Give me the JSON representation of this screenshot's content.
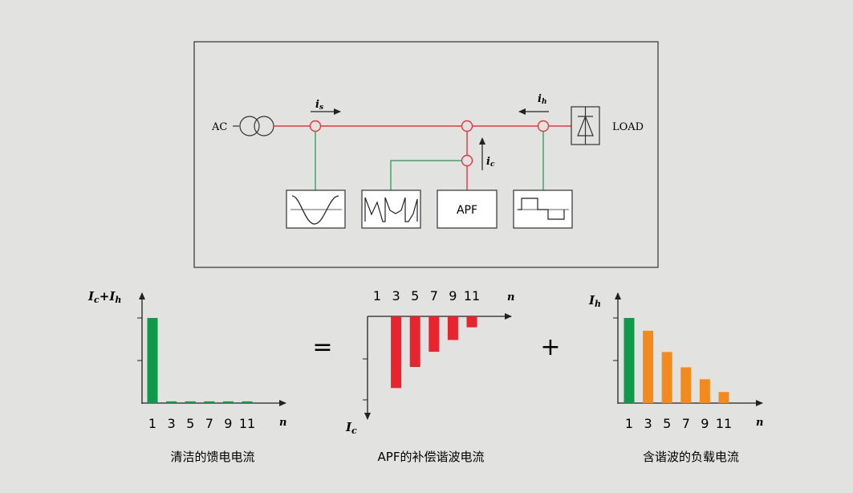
{
  "circuit": {
    "ac_label": "AC",
    "load_label": "LOAD",
    "apf_label": "APF",
    "is_main": "i",
    "is_sub": "s",
    "ih_main": "i",
    "ih_sub": "h",
    "ic_main": "i",
    "ic_sub": "c"
  },
  "charts": {
    "left": {
      "ylabel_a": "I",
      "ylabel_a_sub": "c",
      "ylabel_plus": "+",
      "ylabel_b": "I",
      "ylabel_b_sub": "h",
      "xlabel": "n",
      "caption": "清洁的馈电电流",
      "ticks": [
        "1",
        "3",
        "5",
        "7",
        "9",
        "11"
      ]
    },
    "middle": {
      "ylabel_main": "I",
      "ylabel_sub": "c",
      "xlabel": "n",
      "caption": "APF的补偿谐波电流",
      "ticks": [
        "1",
        "3",
        "5",
        "7",
        "9",
        "11"
      ]
    },
    "right": {
      "ylabel_main": "I",
      "ylabel_sub": "h",
      "xlabel": "n",
      "caption": "含谐波的负载电流",
      "ticks": [
        "1",
        "3",
        "5",
        "7",
        "9",
        "11"
      ]
    }
  },
  "operators": {
    "equals": "=",
    "plus": "+"
  },
  "colors": {
    "green": "#0f9a4a",
    "red": "#e8242f",
    "orange": "#f28a1e",
    "line_red": "#e8353a",
    "line_green": "#179a4c"
  },
  "chart_data": [
    {
      "type": "bar",
      "categories": [
        "1",
        "3",
        "5",
        "7",
        "9",
        "11"
      ],
      "values": [
        1.0,
        0.02,
        0.02,
        0.02,
        0.02,
        0.02
      ],
      "ylim": [
        0,
        1
      ]
    },
    {
      "type": "bar",
      "categories": [
        "3",
        "5",
        "7",
        "9",
        "11"
      ],
      "values": [
        -0.85,
        -0.6,
        -0.42,
        -0.28,
        -0.13
      ],
      "ylim": [
        -1.2,
        0
      ]
    },
    {
      "type": "bar",
      "categories": [
        "1",
        "3",
        "5",
        "7",
        "9",
        "11"
      ],
      "values": [
        1.0,
        0.85,
        0.6,
        0.42,
        0.28,
        0.13
      ],
      "ylim": [
        0,
        1
      ]
    }
  ]
}
